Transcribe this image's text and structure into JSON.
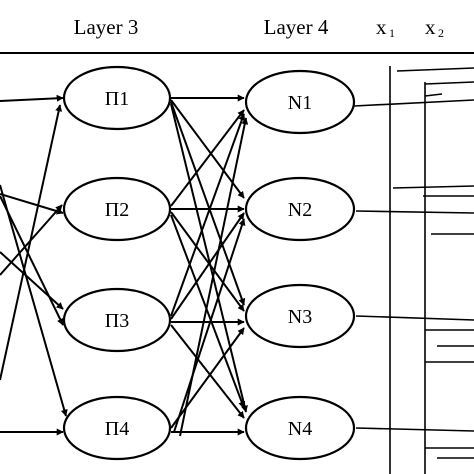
{
  "headers": {
    "layer3": "Layer 3",
    "layer4": "Layer 4",
    "x1": {
      "base": "x",
      "sub": "1"
    },
    "x2": {
      "base": "x",
      "sub": "2"
    }
  },
  "layer3_nodes": [
    {
      "id": "p1",
      "label": "П1"
    },
    {
      "id": "p2",
      "label": "П2"
    },
    {
      "id": "p3",
      "label": "П3"
    },
    {
      "id": "p4",
      "label": "П4"
    }
  ],
  "layer4_nodes": [
    {
      "id": "n1",
      "label": "N1"
    },
    {
      "id": "n2",
      "label": "N2"
    },
    {
      "id": "n3",
      "label": "N3"
    },
    {
      "id": "n4",
      "label": "N4"
    }
  ]
}
